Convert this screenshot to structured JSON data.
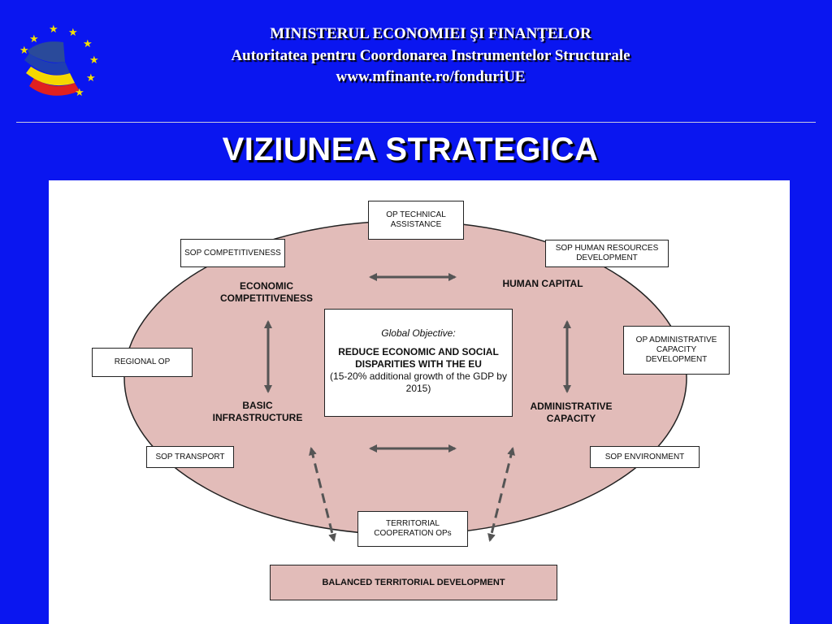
{
  "header": {
    "line1": "MINISTERUL ECONOMIEI ŞI FINANŢELOR",
    "line2": "Autoritatea pentru Coordonarea Instrumentelor Structurale",
    "line3": "www.mfinante.ro/fonduriUE"
  },
  "slide_title": "VIZIUNEA STRATEGICA",
  "colors": {
    "background": "#0a16f0",
    "ellipse_fill": "#e2bcb9",
    "star": "#f5e000"
  },
  "diagram": {
    "op_boxes": {
      "technical_assistance": "OP TECHNICAL ASSISTANCE",
      "sop_competitiveness": "SOP COMPETITIVENESS",
      "sop_hrd": "SOP HUMAN RESOURCES DEVELOPMENT",
      "regional_op": "REGIONAL  OP",
      "op_acd": "OP ADMINISTRATIVE CAPACITY DEVELOPMENT",
      "sop_transport": "SOP TRANSPORT",
      "sop_environment": "SOP ENVIRONMENT",
      "territorial_cooperation": "TERRITORIAL COOPERATION OPs"
    },
    "themes": {
      "economic_competitiveness": "ECONOMIC COMPETITIVENESS",
      "human_capital": "HUMAN CAPITAL",
      "basic_infrastructure": "BASIC INFRASTRUCTURE",
      "administrative_capacity": "ADMINISTRATIVE CAPACITY"
    },
    "global_objective": {
      "heading": "Global Objective:",
      "statement": "REDUCE ECONOMIC AND SOCIAL DISPARITIES WITH THE EU",
      "detail": "(15-20% additional growth of the GDP by 2015)"
    },
    "bottom_goal": "BALANCED TERRITORIAL DEVELOPMENT"
  }
}
